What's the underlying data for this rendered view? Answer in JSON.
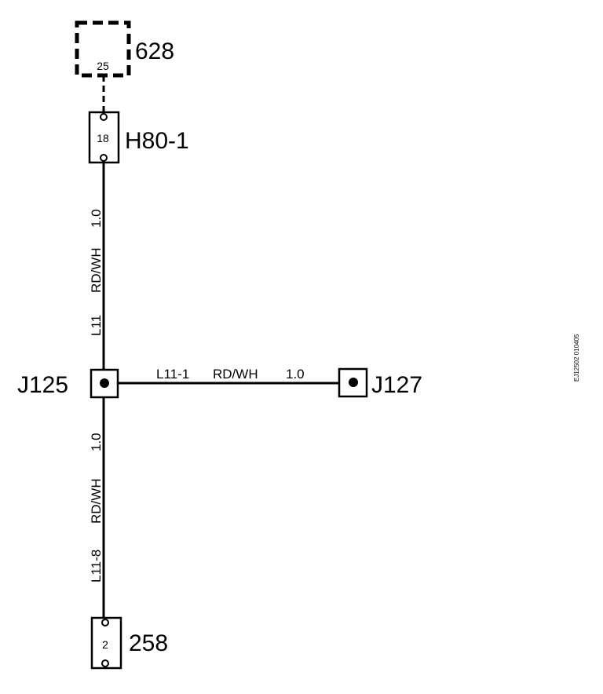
{
  "components": {
    "c628": {
      "id": "628",
      "pin": "25"
    },
    "h80": {
      "id": "H80-1",
      "pin": "18"
    },
    "j125": {
      "id": "J125"
    },
    "j127": {
      "id": "J127"
    },
    "c258": {
      "id": "258",
      "pin": "2"
    }
  },
  "wires": {
    "upper": {
      "circuit": "L11",
      "color": "RD/WH",
      "size": "1.0"
    },
    "horizontal": {
      "circuit": "L11-1",
      "color": "RD/WH",
      "size": "1.0"
    },
    "lower": {
      "circuit": "L11-8",
      "color": "RD/WH",
      "size": "1.0"
    }
  },
  "diagram_code": "EJ12502 010405"
}
